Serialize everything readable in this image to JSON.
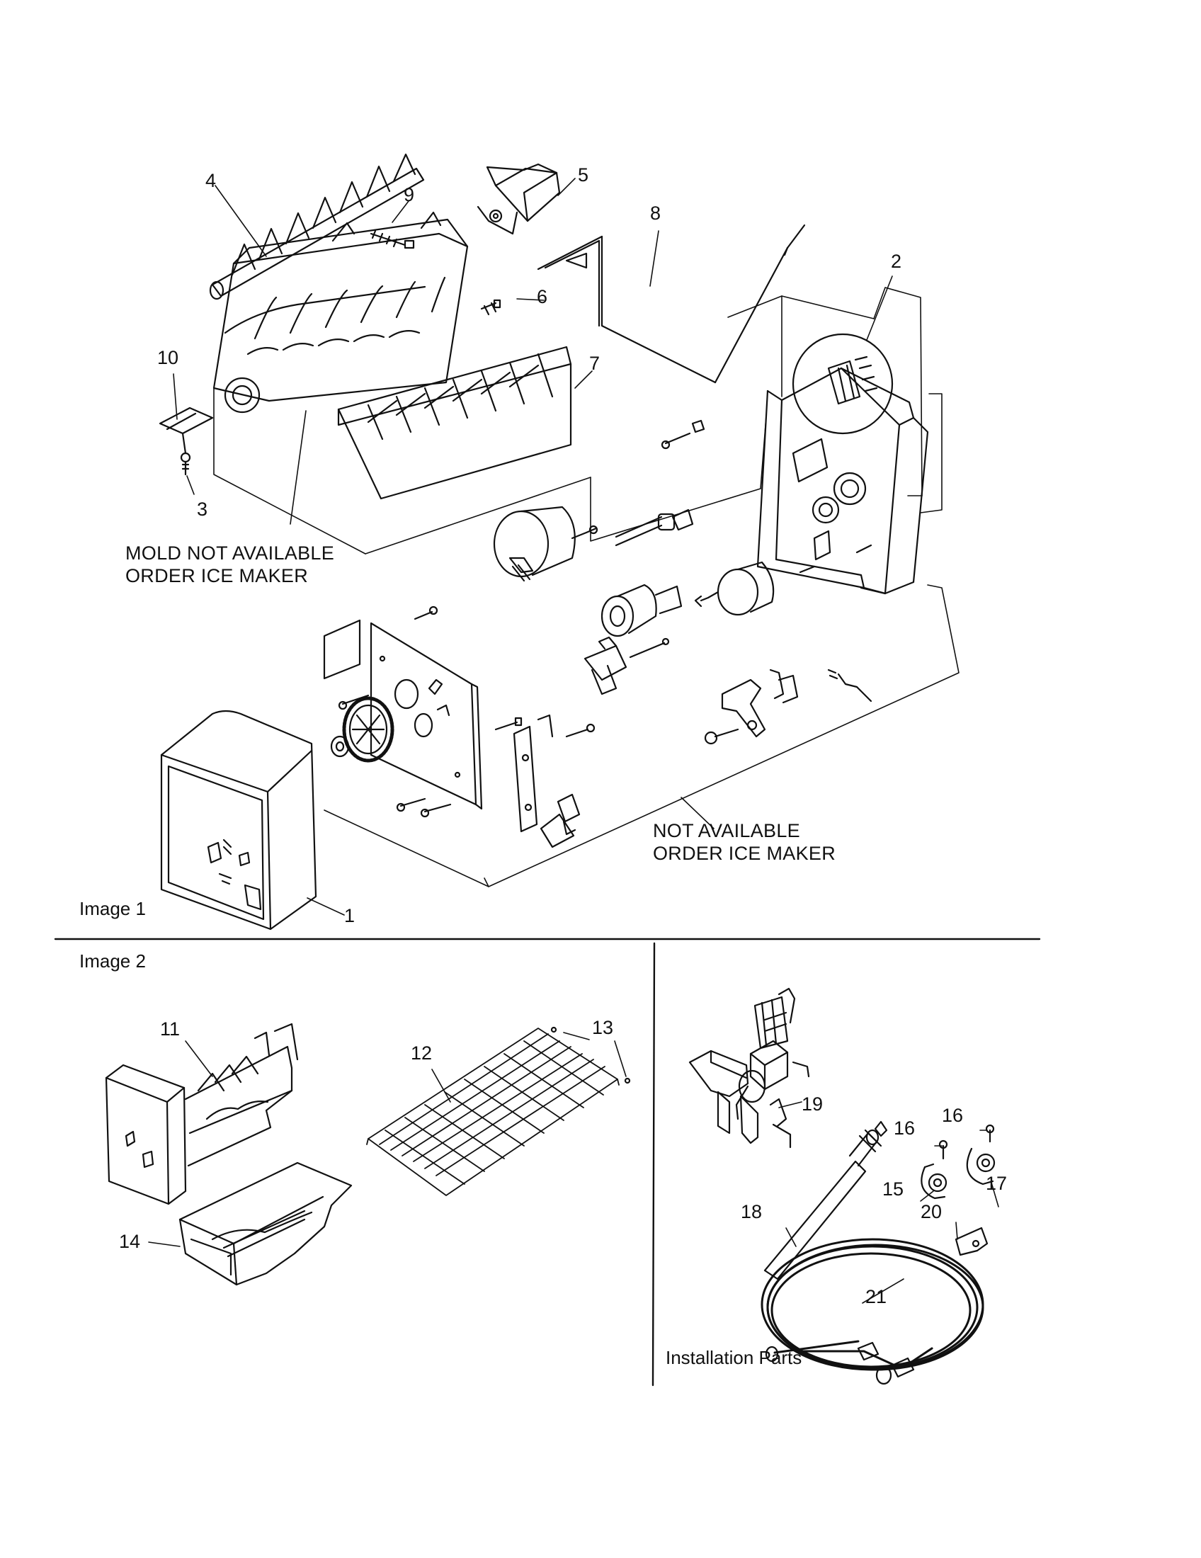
{
  "sections": {
    "image1": "Image 1",
    "image2": "Image 2",
    "installation": "Installation Parts"
  },
  "notes": {
    "mold_line1": "MOLD NOT AVAILABLE",
    "mold_line2": "ORDER ICE MAKER",
    "na_line1": "NOT AVAILABLE",
    "na_line2": "ORDER ICE MAKER"
  },
  "callouts": {
    "p1": "1",
    "p2": "2",
    "p3": "3",
    "p4": "4",
    "p5": "5",
    "p6": "6",
    "p7": "7",
    "p8": "8",
    "p9": "9",
    "p10": "10",
    "p11": "11",
    "p12": "12",
    "p13": "13",
    "p14": "14",
    "p15": "15",
    "p16a": "16",
    "p16b": "16",
    "p17": "17",
    "p18": "18",
    "p19": "19",
    "p20": "20",
    "p21": "21"
  }
}
